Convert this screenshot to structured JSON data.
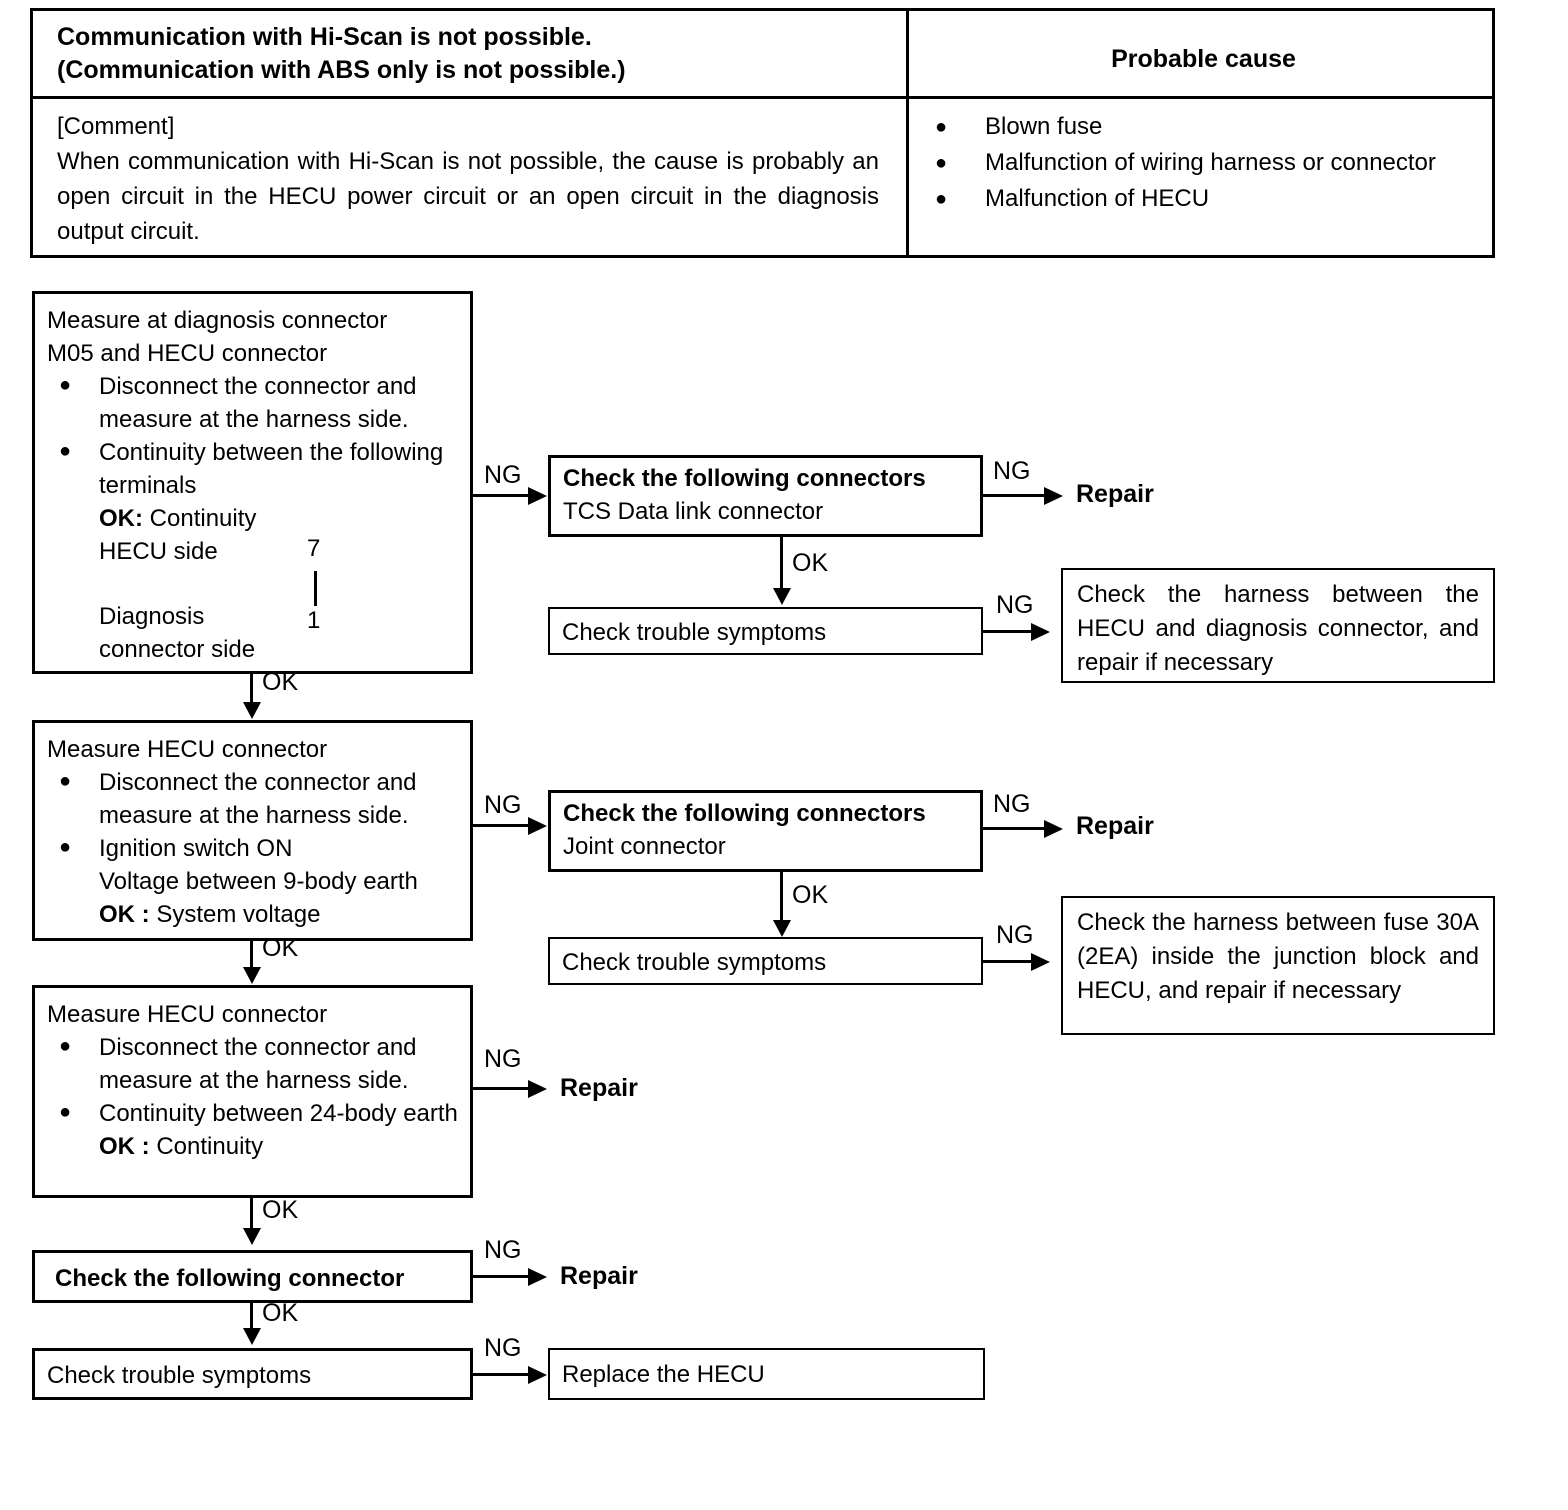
{
  "table": {
    "symptom_title_line1": "Communication with Hi-Scan is not possible.",
    "symptom_title_line2": "(Communication with ABS only is not possible.)",
    "cause_header": "Probable cause",
    "comment_label": "[Comment]",
    "comment_text": "When communication with Hi-Scan is not possible, the cause is probably an open circuit in the HECU power circuit or an open circuit in the diagnosis output circuit.",
    "causes": [
      "Blown fuse",
      "Malfunction of wiring harness or connector",
      "Malfunction of HECU"
    ],
    "bullet_glyph": "●"
  },
  "flow": {
    "bullet_glyph": "●",
    "label_ng": "NG",
    "label_ok": "OK",
    "step1": {
      "title_line1": "Measure at diagnosis connector",
      "title_line2": "M05 and HECU connector",
      "bullet1": "Disconnect the connector and measure at the harness side.",
      "bullet2": "Continuity between the following terminals",
      "ok_prefix": "OK",
      "ok_sep": ":",
      "ok_value": "Continuity",
      "side_hecu": "HECU side",
      "pin_hecu": "7",
      "side_diagnosis_line1": "Diagnosis",
      "side_diagnosis_line2": "connector side",
      "pin_diagnosis": "1"
    },
    "step1_connectors": {
      "title": "Check the following connectors",
      "item": "TCS Data link connector"
    },
    "step1_symptoms": "Check trouble symptoms",
    "step1_repair": "Repair",
    "step1_harness_note": "Check the harness between the HECU and diagnosis connector, and repair if necessary",
    "step2": {
      "title": "Measure HECU connector",
      "bullet1": "Disconnect the connector and measure at the harness side.",
      "bullet2": "Ignition switch ON",
      "sub_line": "Voltage between 9-body earth",
      "ok_prefix": "OK",
      "ok_sep": ":",
      "ok_value": "System voltage"
    },
    "step2_connectors": {
      "title": "Check the following connectors",
      "item": "Joint connector"
    },
    "step2_symptoms": "Check trouble symptoms",
    "step2_repair": "Repair",
    "step2_harness_note": "Check the harness between fuse 30A (2EA) inside the junction block and HECU, and repair if necessary",
    "step3": {
      "title": "Measure HECU connector",
      "bullet1": "Disconnect the connector and measure at the harness side.",
      "bullet2": "Continuity between 24-body earth",
      "ok_prefix": "OK",
      "ok_sep": ":",
      "ok_value": "Continuity"
    },
    "step3_repair": "Repair",
    "step4_title": "Check the following connector",
    "step4_repair": "Repair",
    "step5_symptoms": "Check trouble symptoms",
    "step5_replace": "Replace the HECU"
  }
}
